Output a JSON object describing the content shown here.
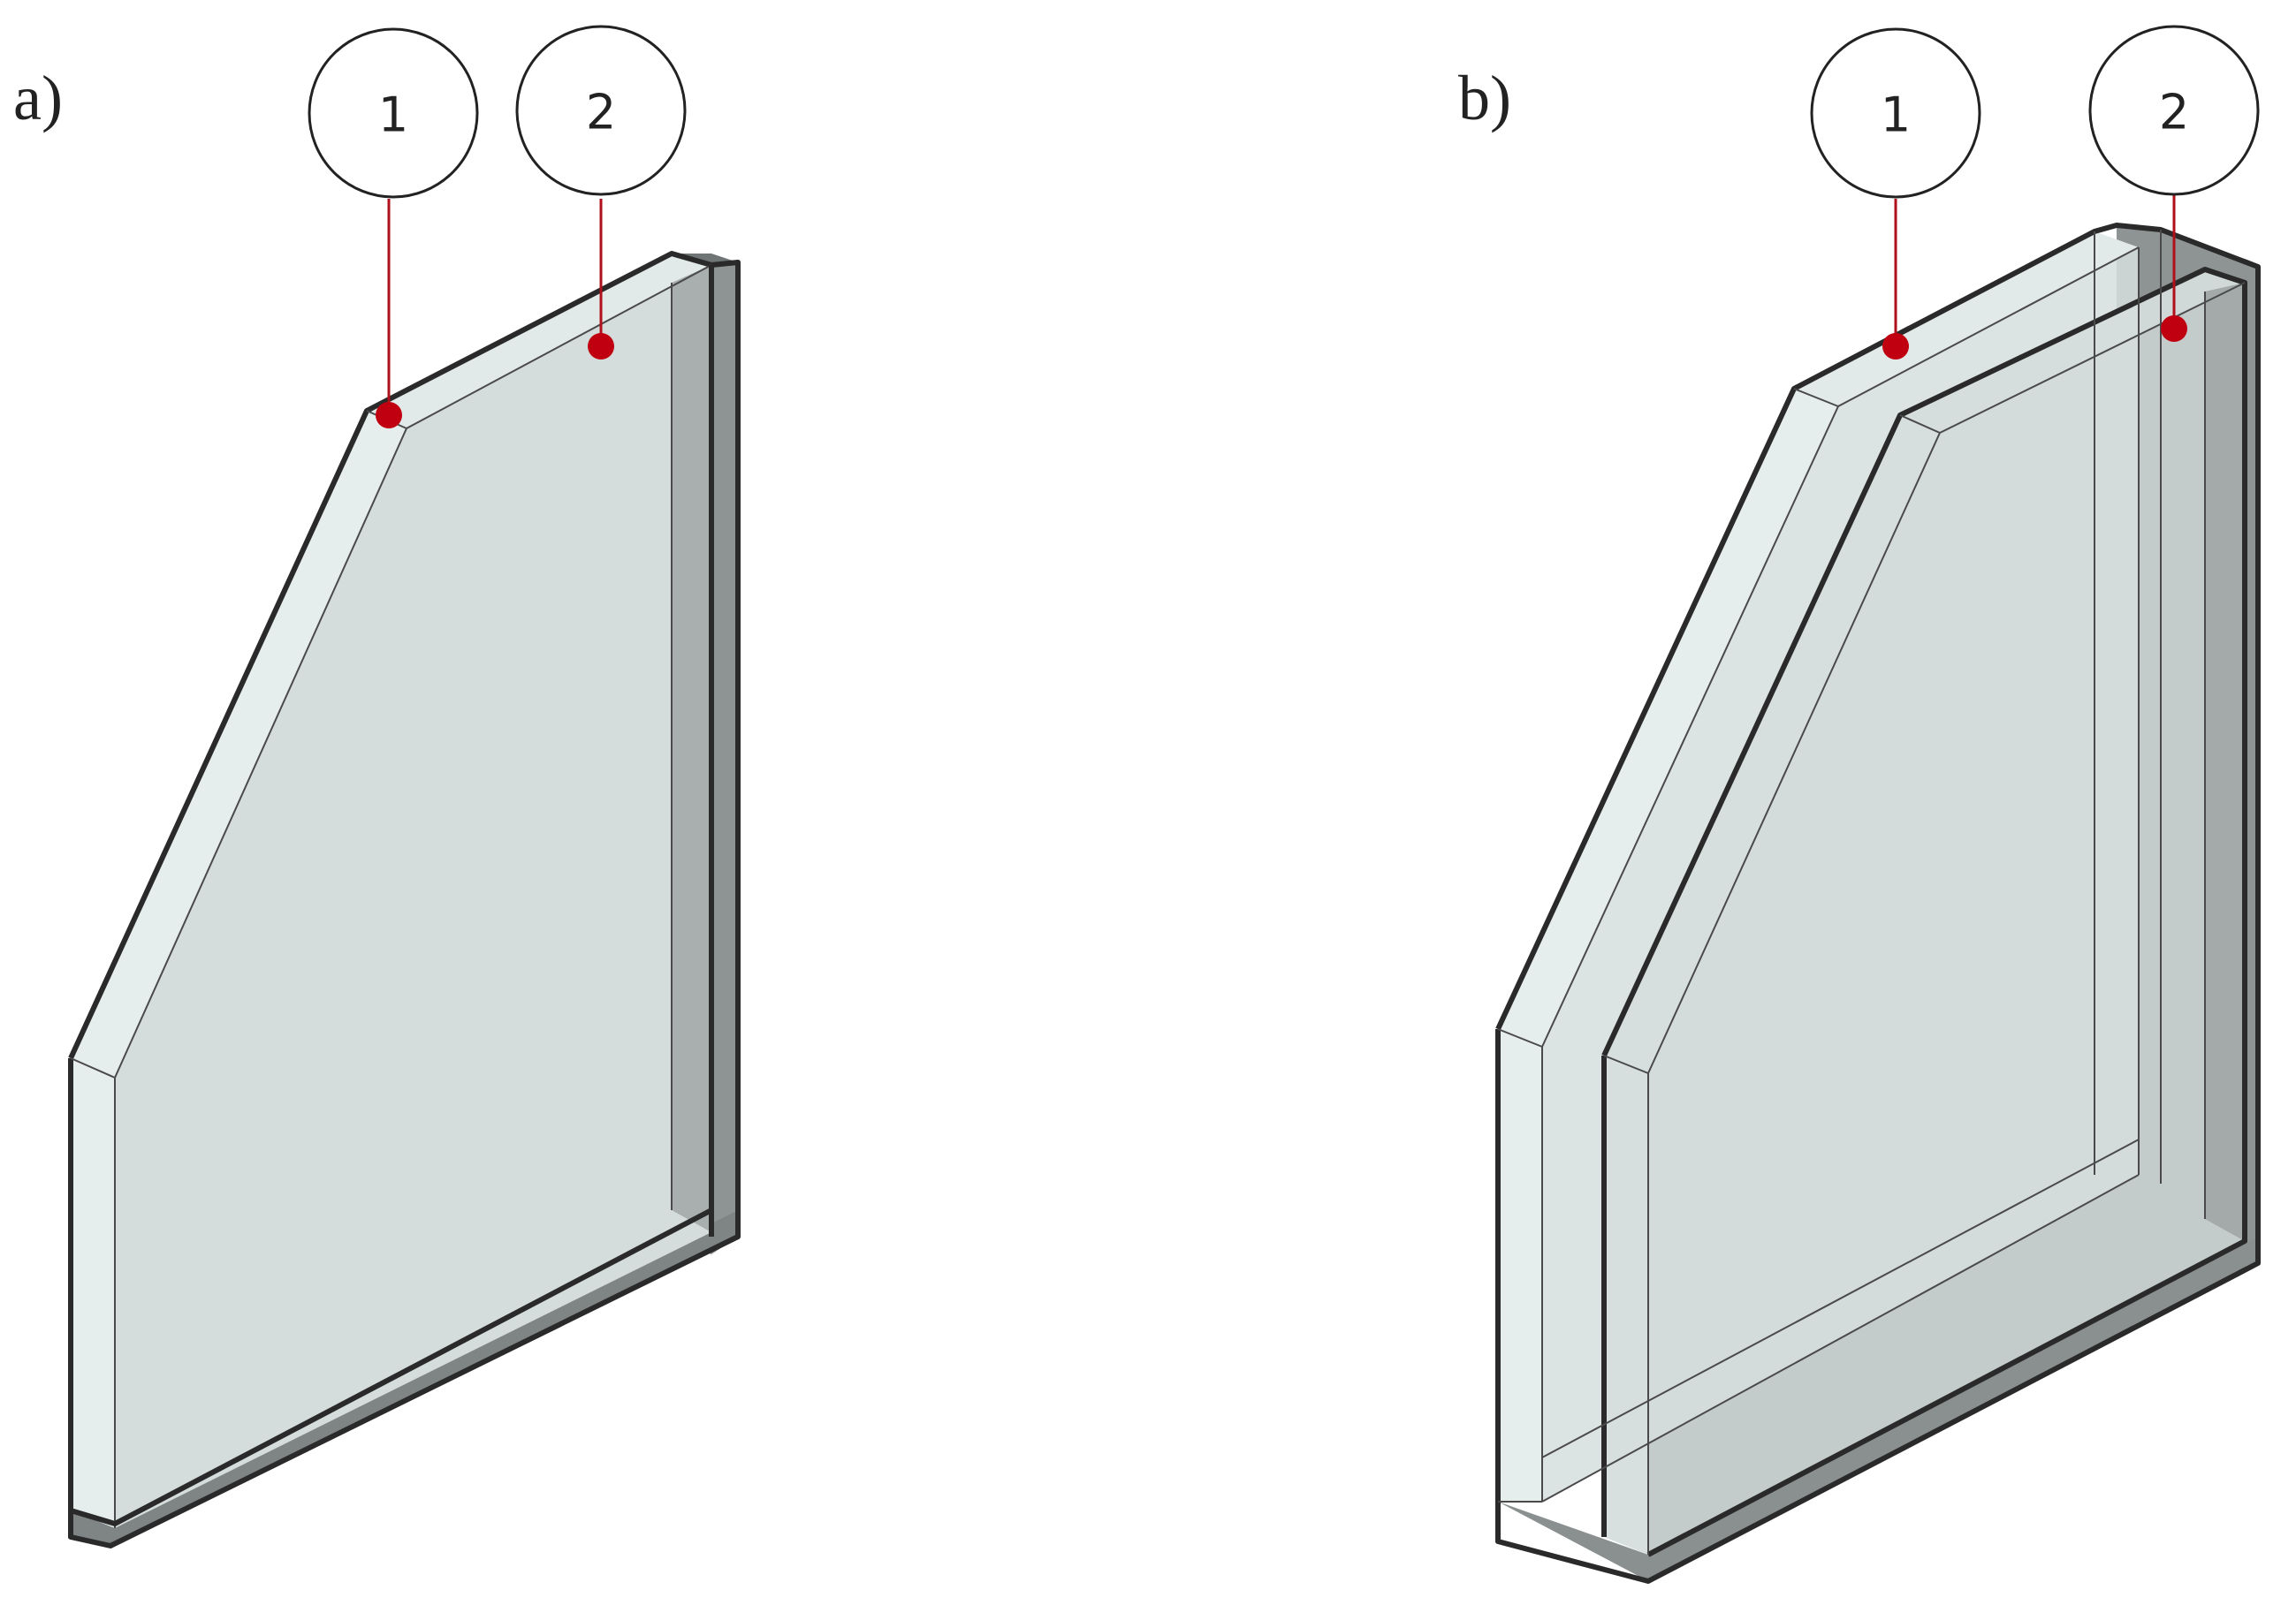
{
  "panels": [
    {
      "label": "a)",
      "callouts": [
        {
          "number": "1"
        },
        {
          "number": "2"
        }
      ]
    },
    {
      "label": "b)",
      "callouts": [
        {
          "number": "1"
        },
        {
          "number": "2"
        }
      ]
    }
  ],
  "colors": {
    "glass_face": "#d4dcdc",
    "glass_edge_light": "#e6eded",
    "spacer_dark": "#8e9393",
    "spacer_mid": "#a9aeae",
    "outline": "#2a2a2a",
    "leader": "#b0101a"
  }
}
